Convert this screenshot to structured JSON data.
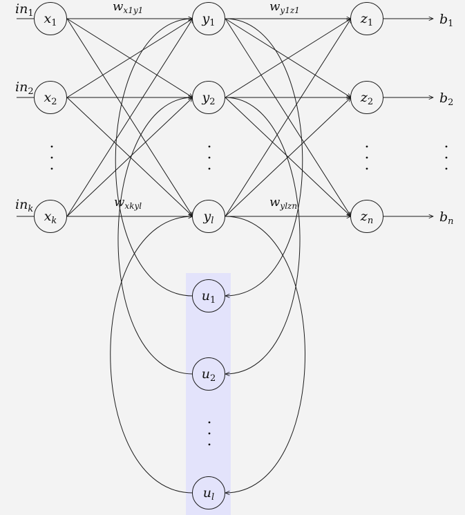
{
  "inputs": [
    {
      "base": "in",
      "sub": "1"
    },
    {
      "base": "in",
      "sub": "2"
    },
    {
      "base": "in",
      "sub": "k"
    }
  ],
  "x_nodes": [
    {
      "base": "x",
      "sub": "1"
    },
    {
      "base": "x",
      "sub": "2"
    },
    {
      "base": "x",
      "sub": "k"
    }
  ],
  "y_nodes": [
    {
      "base": "y",
      "sub": "1"
    },
    {
      "base": "y",
      "sub": "2"
    },
    {
      "base": "y",
      "sub": "l"
    }
  ],
  "z_nodes": [
    {
      "base": "z",
      "sub": "1"
    },
    {
      "base": "z",
      "sub": "2"
    },
    {
      "base": "z",
      "sub": "n"
    }
  ],
  "outputs": [
    {
      "base": "b",
      "sub": "1"
    },
    {
      "base": "b",
      "sub": "2"
    },
    {
      "base": "b",
      "sub": "n"
    }
  ],
  "u_nodes": [
    {
      "base": "u",
      "sub": "1"
    },
    {
      "base": "u",
      "sub": "2"
    },
    {
      "base": "u",
      "sub": "l"
    }
  ],
  "weights": {
    "x1y1": {
      "base": "w",
      "sub": "x1y1"
    },
    "y1z1": {
      "base": "w",
      "sub": "y1z1"
    },
    "xkyl": {
      "base": "w",
      "sub": "xkyl"
    },
    "ylzn": {
      "base": "w",
      "sub": "ylzn"
    }
  },
  "colors": {
    "background": "#f3f3f3",
    "context_band": "#e3e3fb",
    "stroke": "#1a1a1a"
  }
}
